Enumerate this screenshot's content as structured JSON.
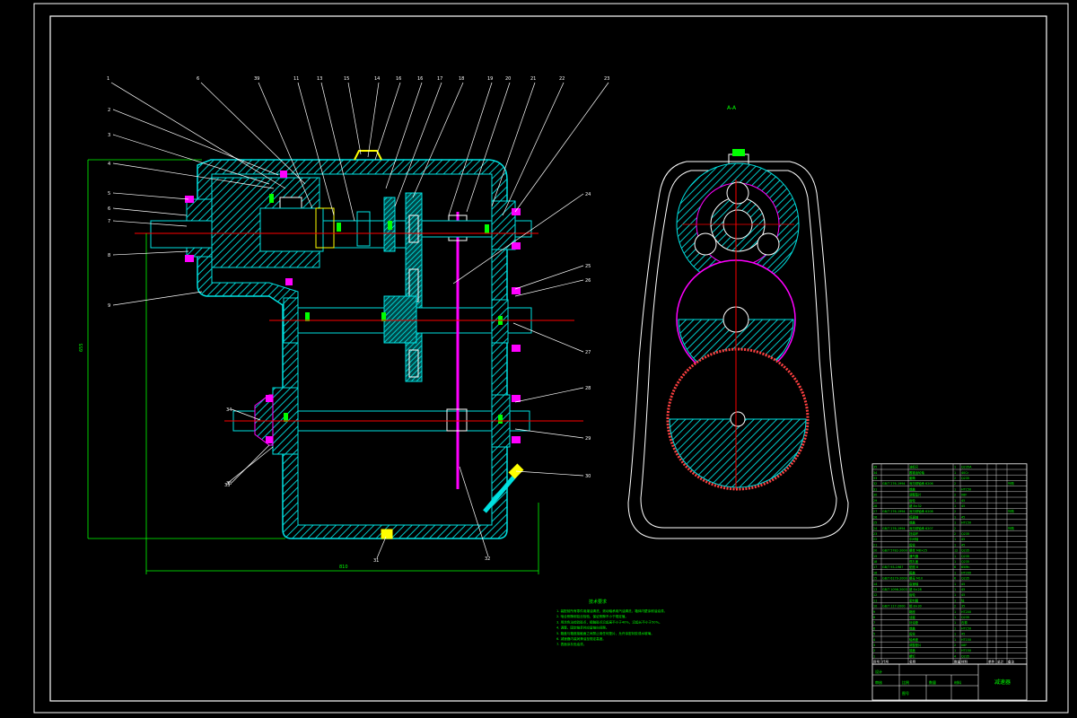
{
  "drawing": {
    "callouts_top": [
      "1",
      "6",
      "39",
      "11",
      "13",
      "15",
      "14",
      "16",
      "16",
      "17",
      "18",
      "19",
      "20",
      "21",
      "22",
      "23"
    ],
    "callouts_left": [
      "2",
      "3",
      "4",
      "5",
      "6",
      "7",
      "8",
      "9"
    ],
    "callouts_right": [
      "24",
      "25",
      "26",
      "27",
      "28",
      "29",
      "30"
    ],
    "callouts_bottom": [
      "31",
      "32",
      "33"
    ],
    "callouts_lower_left": [
      "34",
      "35"
    ],
    "section_label": "A-A",
    "dim_width": "810",
    "dim_height": "655",
    "tech_title": "技术要求",
    "tech_lines": [
      "1. 装配前所有零件用煤油清洗，滚动轴承用汽油清洗，箱体内壁涂耐油油漆。",
      "2. 啮合侧隙用铅丝检验，保证侧隙不小于规定值。",
      "3. 用涂色法检验斑点，接触斑点沿齿高不小于40%，沿齿长不小于50%。",
      "4. 调整、固定轴承时应留轴向间隙。",
      "5. 箱盖与箱座接触面之间禁止用任何垫片，允许涂密封胶或水玻璃。",
      "6. 减速器内装润滑油至规定高度。",
      "7. 表面涂灰色油漆。"
    ]
  },
  "bom": {
    "header": [
      "序号",
      "代号",
      "名称",
      "数量",
      "材料",
      "单件",
      "总计",
      "备注"
    ],
    "rows": [
      [
        "35",
        "",
        "油标尺",
        "1",
        "Q235A",
        "",
        "",
        ""
      ],
      [
        "34",
        "",
        "圆锥齿轮轴",
        "1",
        "40Cr",
        "",
        "",
        ""
      ],
      [
        "33",
        "",
        "套筒",
        "2",
        "Q235",
        "",
        "",
        ""
      ],
      [
        "32",
        "GB/T 276-1994",
        "深沟球轴承 6206",
        "2",
        "",
        "",
        "",
        "外购"
      ],
      [
        "31",
        "",
        "端盖",
        "1",
        "HT150",
        "",
        "",
        ""
      ],
      [
        "30",
        "",
        "调整垫片",
        "2",
        "08F",
        "",
        "",
        ""
      ],
      [
        "29",
        "",
        "齿轮",
        "1",
        "45",
        "",
        "",
        ""
      ],
      [
        "28",
        "",
        "键 8×32",
        "1",
        "45",
        "",
        "",
        ""
      ],
      [
        "27",
        "GB/T 276-1994",
        "深沟球轴承 6208",
        "2",
        "",
        "",
        "",
        "外购"
      ],
      [
        "26",
        "",
        "低速轴",
        "1",
        "45",
        "",
        "",
        ""
      ],
      [
        "25",
        "",
        "端盖",
        "1",
        "HT150",
        "",
        "",
        ""
      ],
      [
        "24",
        "GB/T 276-1994",
        "深沟球轴承 6207",
        "2",
        "",
        "",
        "",
        "外购"
      ],
      [
        "23",
        "",
        "挡油环",
        "2",
        "Q235",
        "",
        "",
        ""
      ],
      [
        "22",
        "",
        "中间轴",
        "1",
        "45",
        "",
        "",
        ""
      ],
      [
        "21",
        "",
        "齿轮",
        "1",
        "45",
        "",
        "",
        ""
      ],
      [
        "20",
        "GB/T 5782-2000",
        "螺栓 M8×25",
        "12",
        "Q235",
        "",
        "",
        ""
      ],
      [
        "19",
        "",
        "通气器",
        "1",
        "Q235",
        "",
        "",
        ""
      ],
      [
        "18",
        "",
        "视孔盖",
        "1",
        "Q235",
        "",
        "",
        ""
      ],
      [
        "17",
        "GB/T 93-1987",
        "垫圈 8",
        "6",
        "65Mn",
        "",
        "",
        ""
      ],
      [
        "16",
        "",
        "箱盖",
        "1",
        "HT200",
        "",
        "",
        ""
      ],
      [
        "15",
        "GB/T 6170-2000",
        "螺母 M10",
        "6",
        "Q235",
        "",
        "",
        ""
      ],
      [
        "14",
        "",
        "高速轴",
        "1",
        "45",
        "",
        "",
        ""
      ],
      [
        "13",
        "GB/T 1096-2003",
        "键 6×28",
        "1",
        "45",
        "",
        "",
        ""
      ],
      [
        "12",
        "",
        "齿轮",
        "1",
        "45",
        "",
        "",
        ""
      ],
      [
        "11",
        "",
        "密封圈",
        "1",
        "毡",
        "",
        "",
        ""
      ],
      [
        "10",
        "GB/T 117-2000",
        "销 8×30",
        "2",
        "35",
        "",
        "",
        ""
      ],
      [
        "9",
        "",
        "箱座",
        "1",
        "HT200",
        "",
        "",
        ""
      ],
      [
        "8",
        "",
        "油塞",
        "1",
        "Q235",
        "",
        "",
        ""
      ],
      [
        "7",
        "",
        "封油垫",
        "1",
        "石棉",
        "",
        "",
        ""
      ],
      [
        "6",
        "",
        "端盖",
        "1",
        "HT150",
        "",
        "",
        ""
      ],
      [
        "5",
        "",
        "齿轮",
        "1",
        "45",
        "",
        "",
        ""
      ],
      [
        "4",
        "",
        "轴承座",
        "1",
        "HT150",
        "",
        "",
        ""
      ],
      [
        "3",
        "",
        "调整垫片",
        "2",
        "08F",
        "",
        "",
        ""
      ],
      [
        "2",
        "",
        "端盖",
        "1",
        "HT150",
        "",
        "",
        ""
      ],
      [
        "1",
        "",
        "螺钉",
        "4",
        "Q235",
        "",
        "",
        ""
      ]
    ]
  },
  "title_block": {
    "drawing_name": "减速器",
    "cells": [
      "设计",
      "审核",
      "比例",
      "数量",
      "材料",
      "图号",
      "",
      ""
    ]
  },
  "colors": {
    "frame": "#ffffff",
    "cyan": "#00ffff",
    "red": "#ff0000",
    "green": "#00ff00",
    "magenta": "#ff00ff",
    "yellow": "#ffff00"
  }
}
